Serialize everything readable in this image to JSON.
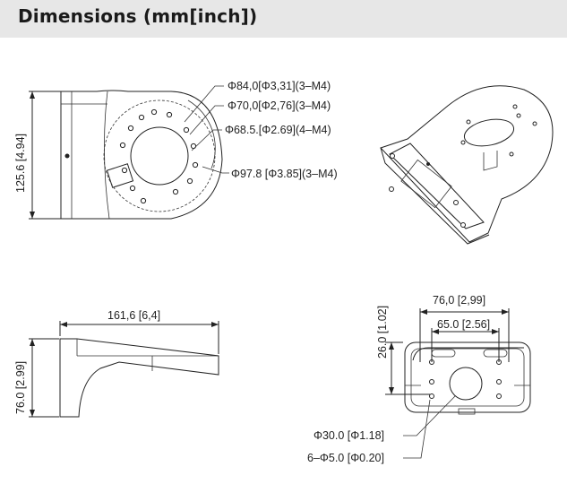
{
  "header": {
    "title": "Dimensions (mm[inch])"
  },
  "top_view": {
    "height_dim": "125.6 [4.94]",
    "callouts": [
      "Φ84,0[Φ3,31](3–M4)",
      "Φ70,0[Φ2,76](3–M4)",
      "Φ68.5.[Φ2.69](4–M4)",
      "Φ97.8 [Φ3.85](3–M4)"
    ]
  },
  "side_view": {
    "width_dim": "161,6 [6,4]",
    "height_dim": "76.0 [2.99]"
  },
  "front_view": {
    "dim_outer": "76,0 [2,99]",
    "dim_inner": "65.0 [2.56]",
    "dim_height": "26.0 [1.02]",
    "callouts": [
      "Φ30.0 [Φ1.18]",
      "6–Φ5.0 [Φ0.20]"
    ]
  },
  "colors": {
    "header_bg": "#e7e7e7",
    "line": "#222222"
  }
}
